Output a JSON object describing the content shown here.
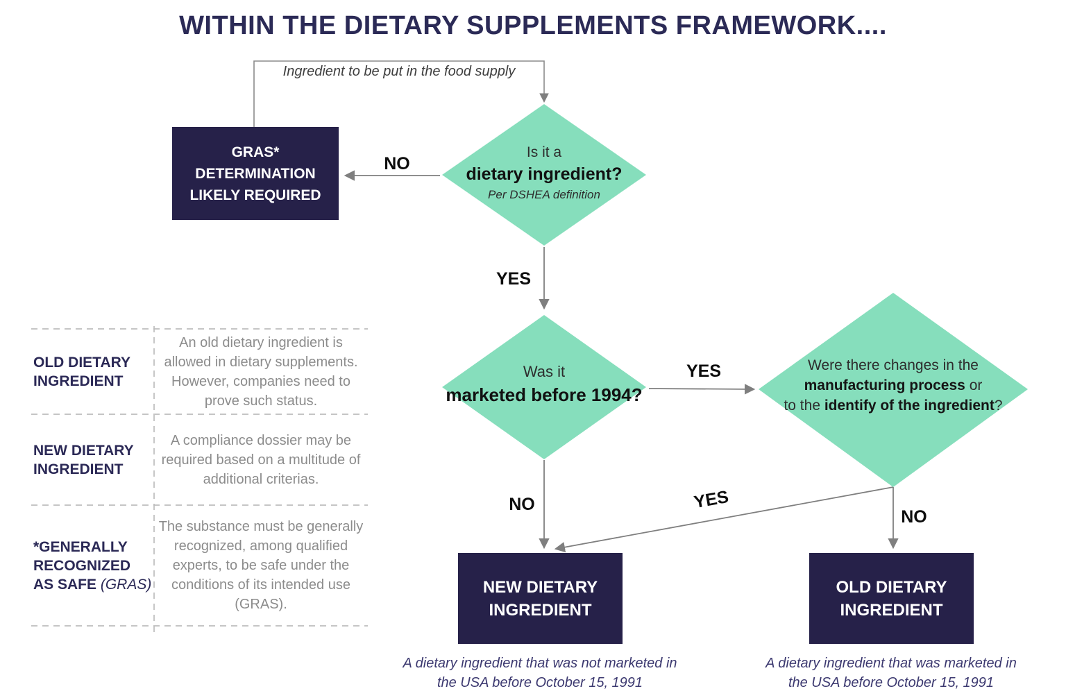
{
  "title": "WITHIN THE DIETARY SUPPLEMENTS FRAMEWORK....",
  "colors": {
    "navy": "#262149",
    "mint": "#86debc",
    "title_navy": "#2b2a56",
    "arrow_gray": "#7f7f7f",
    "definition_gray": "#8c8c8c",
    "caption_navy": "#3c3970"
  },
  "flow": {
    "entry_note": "Ingredient to be put in the food supply",
    "gras_box": {
      "line1": "GRAS*",
      "line2": "DETERMINATION",
      "line3": "LIKELY REQUIRED"
    },
    "d1": {
      "line1": "Is it a",
      "line2": "dietary ingredient?",
      "line3": "Per DSHEA definition"
    },
    "d2": {
      "line1": "Was it",
      "line2": "marketed before 1994?"
    },
    "d3": {
      "line1": "Were there changes in the",
      "line2_bold": "manufacturing process",
      "line2_rest": " or",
      "line3_pre": "to the ",
      "line3_bold": "identify of the ingredient",
      "line3_post": "?"
    },
    "labels": {
      "no1": "NO",
      "yes1": "YES",
      "yes2": "YES",
      "no2": "NO",
      "yes3": "YES",
      "no3": "NO"
    },
    "new_box": {
      "line1": "NEW DIETARY",
      "line2": "INGREDIENT",
      "caption": "A dietary ingredient that was not marketed in the USA before October 15, 1991"
    },
    "old_box": {
      "line1": "OLD DIETARY",
      "line2": "INGREDIENT",
      "caption": "A dietary ingredient that was marketed in the USA before October 15, 1991"
    }
  },
  "glossary": {
    "rows": [
      {
        "term": "OLD DIETARY INGREDIENT",
        "suffix": "",
        "definition": "An old dietary ingredient is allowed in dietary supplements. However, companies need to prove such status."
      },
      {
        "term": "NEW DIETARY INGREDIENT",
        "suffix": "",
        "definition": "A compliance dossier may be required based on a multitude of additional criterias."
      },
      {
        "term": "*GENERALLY RECOGNIZED AS SAFE ",
        "suffix": "(GRAS)",
        "definition": "The substance must be generally recognized, among qualified experts, to be safe under the conditions of its intended use (GRAS)."
      }
    ]
  }
}
